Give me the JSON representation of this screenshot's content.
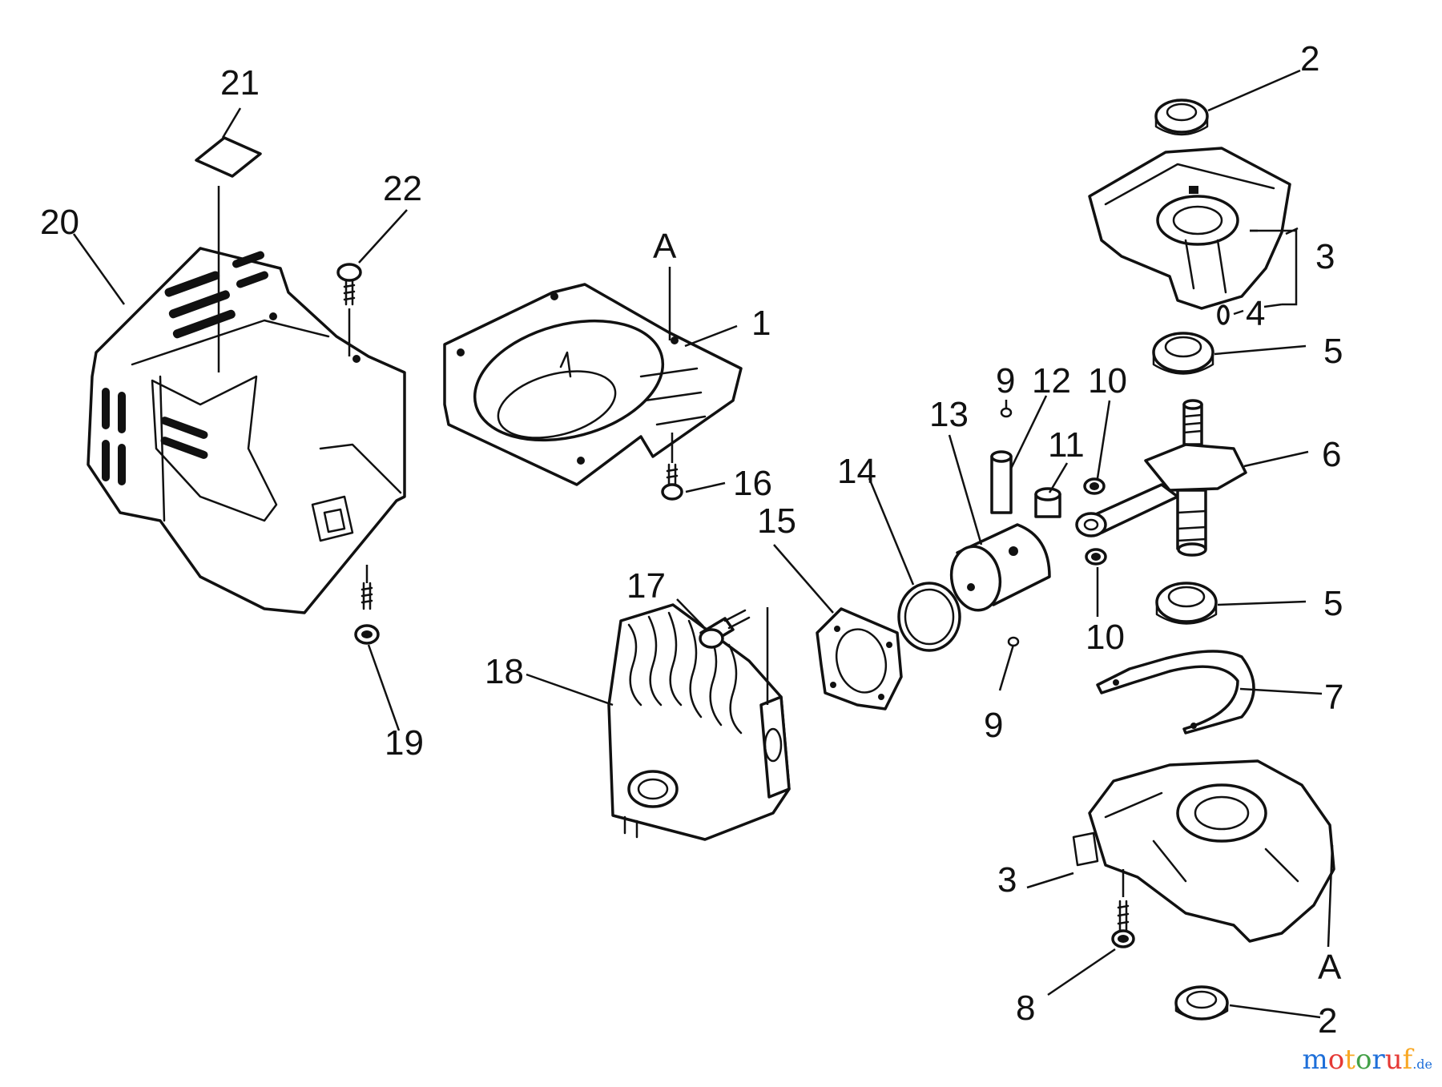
{
  "callouts": {
    "c1": "1",
    "c2a": "2",
    "c2b": "2",
    "c3a": "3",
    "c3b": "3",
    "c4": "4",
    "c5a": "5",
    "c5b": "5",
    "c6": "6",
    "c7": "7",
    "c8": "8",
    "c9a": "9",
    "c9b": "9",
    "c10a": "10",
    "c10b": "10",
    "c11": "11",
    "c12": "12",
    "c13": "13",
    "c14": "14",
    "c15": "15",
    "c16": "16",
    "c17": "17",
    "c18": "18",
    "c19": "19",
    "c20": "20",
    "c21": "21",
    "c22": "22",
    "refA1": "A",
    "refA2": "A"
  },
  "watermark": {
    "text_main": "motoruf",
    "text_suffix": ".de",
    "colors": [
      "#1e6fd9",
      "#e53935",
      "#f9a825",
      "#43a047"
    ]
  }
}
